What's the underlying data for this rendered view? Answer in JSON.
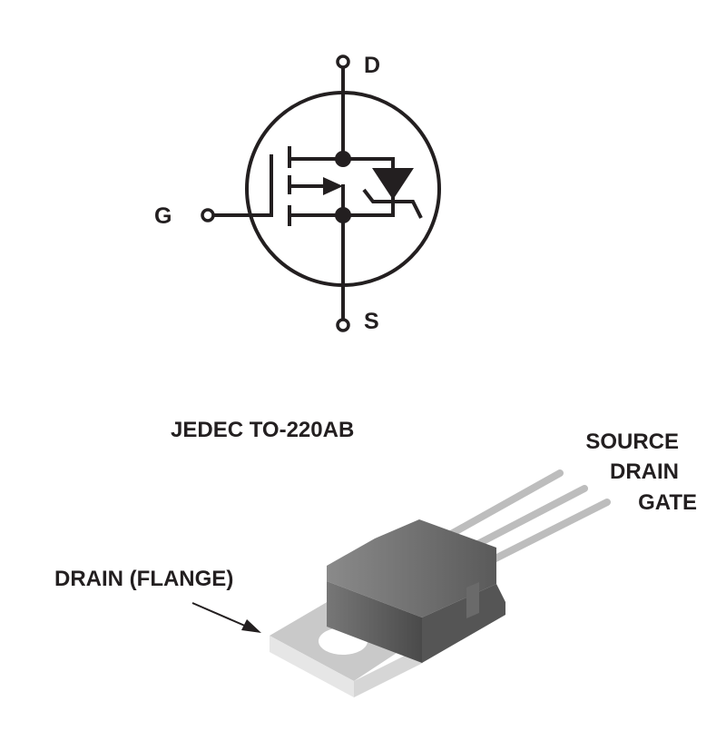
{
  "symbol": {
    "terminals": {
      "drain": "D",
      "gate": "G",
      "source": "S"
    },
    "line_color": "#231f20"
  },
  "package": {
    "title": "JEDEC TO-220AB",
    "pins": [
      "SOURCE",
      "DRAIN",
      "GATE"
    ],
    "flange_label": "DRAIN (FLANGE)",
    "body_color": "#6e6e6e",
    "flange_color": "#cfcfcf",
    "lead_color": "#bdbdbd"
  }
}
